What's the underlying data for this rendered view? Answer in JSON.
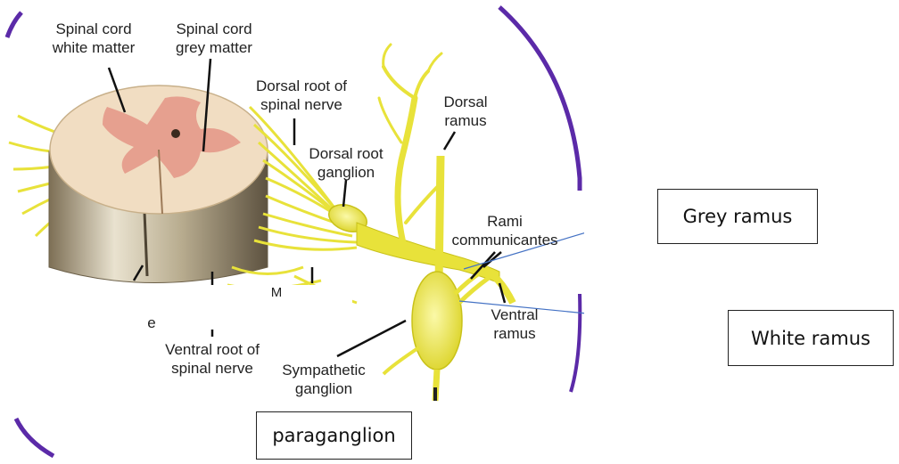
{
  "diagram": {
    "labels": {
      "spinal_cord_white_matter": "Spinal cord\nwhite matter",
      "spinal_cord_grey_matter": "Spinal cord\ngrey matter",
      "dorsal_root": "Dorsal root of\nspinal nerve",
      "dorsal_root_ganglion": "Dorsal root\nganglion",
      "dorsal_ramus": "Dorsal\nramus",
      "rami_communicantes": "Rami\ncommunicantes",
      "ventral_ramus": "Ventral\nramus",
      "ventral_root": "Ventral root of\nspinal nerve",
      "sympathetic_ganglion": "Sympathetic\nganglion",
      "partial_label_a": "e",
      "partial_label_b": "M"
    },
    "boxes": {
      "grey_ramus": "Grey ramus",
      "white_ramus": "White ramus",
      "paraganglion": "paraganglion"
    },
    "colors": {
      "nerve": "#e8e23a",
      "nerve_dark": "#c9c21a",
      "white_matter": "#f1ddc2",
      "grey_matter": "#e6a08f",
      "cord_side": "#b8ad90",
      "arrow": "#4472c4",
      "frame_arc": "#5b2aa8"
    }
  }
}
